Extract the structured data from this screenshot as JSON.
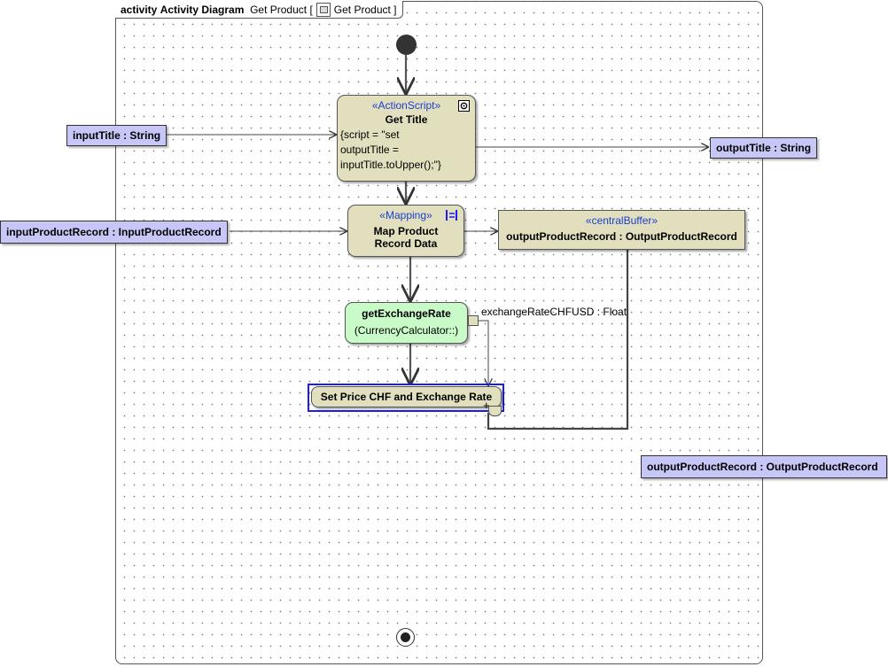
{
  "frame": {
    "kind": "activity",
    "name": "Activity Diagram",
    "title": "Get Product",
    "owner": "Get Product",
    "bracket_open": "[",
    "bracket_close": "]"
  },
  "nodes": {
    "get_title": {
      "stereotype": "«ActionScript»",
      "name": "Get Title",
      "script_lines": [
        "{script = \"set",
        "outputTitle =",
        "inputTitle.toUpper();\"}"
      ]
    },
    "map_product": {
      "stereotype": "«Mapping»",
      "name_lines": [
        "Map Product",
        "Record Data"
      ]
    },
    "central_buffer": {
      "stereotype": "«centralBuffer»",
      "name": "outputProductRecord : OutputProductRecord"
    },
    "get_exchange_rate": {
      "name": "getExchangeRate",
      "owner": "(CurrencyCalculator::)"
    },
    "set_price": {
      "name": "Set Price CHF and Exchange Rate"
    }
  },
  "objects": {
    "input_title": "inputTitle : String",
    "output_title": "outputTitle : String",
    "input_product_record": "inputProductRecord : InputProductRecord",
    "output_product_record": "outputProductRecord : OutputProductRecord"
  },
  "edges": {
    "exchange_rate_pin": "exchangeRateCHFUSD : Float"
  },
  "colors": {
    "action_fill": "#e2dfbf",
    "call_action_fill": "#c9fbc9",
    "object_fill": "#c6c6f7",
    "selection": "#1d1df0",
    "stereotype_text": "#1a3fcf",
    "frame_line": "#555555"
  },
  "icons": {
    "frame_owner": "activity-diagram-icon",
    "action_script": "script-icon",
    "mapping": "mapping-icon"
  }
}
